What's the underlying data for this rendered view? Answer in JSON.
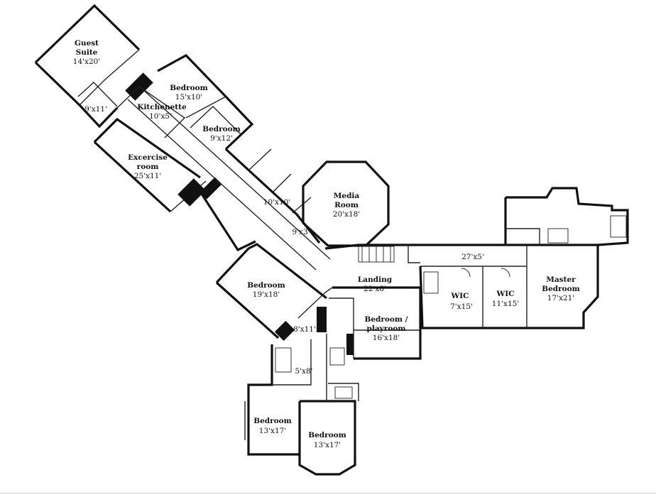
{
  "rooms": [
    {
      "id": "guest-suite",
      "name": "Guest Suite",
      "dims": "14'x20'"
    },
    {
      "id": "bath-guest",
      "name": "",
      "dims": "9'x11'"
    },
    {
      "id": "kitchenette",
      "name": "Kitchenette",
      "dims": "10'x5'"
    },
    {
      "id": "bedroom-a",
      "name": "Bedroom",
      "dims": "15'x10'"
    },
    {
      "id": "bedroom-b",
      "name": "Bedroom",
      "dims": "9'x12'"
    },
    {
      "id": "exercise-room",
      "name": "Excercise room",
      "dims": "25'x11'"
    },
    {
      "id": "closet-a",
      "name": "",
      "dims": "10'x10'"
    },
    {
      "id": "closet-b",
      "name": "",
      "dims": "9'x3'"
    },
    {
      "id": "media-room",
      "name": "Media Room",
      "dims": "20'x18'"
    },
    {
      "id": "hall",
      "name": "",
      "dims": "27'x5'"
    },
    {
      "id": "master-bedroom",
      "name": "Master Bedroom",
      "dims": "17'x21'"
    },
    {
      "id": "landing",
      "name": "Landing",
      "dims": "22'x8'"
    },
    {
      "id": "wic-1",
      "name": "WIC",
      "dims": "7'x15'"
    },
    {
      "id": "wic-2",
      "name": "WIC",
      "dims": "11'x15'"
    },
    {
      "id": "bedroom-c",
      "name": "Bedroom",
      "dims": "19'x18'"
    },
    {
      "id": "bedroom-playroom",
      "name": "Bedroom / playroom",
      "dims": "16'x18'"
    },
    {
      "id": "bath-c",
      "name": "",
      "dims": "8'x11'"
    },
    {
      "id": "bath-d",
      "name": "",
      "dims": "5'x8'"
    },
    {
      "id": "bedroom-d",
      "name": "Bedroom",
      "dims": "13'x17'"
    },
    {
      "id": "bedroom-e",
      "name": "Bedroom",
      "dims": "13'x17'"
    }
  ]
}
